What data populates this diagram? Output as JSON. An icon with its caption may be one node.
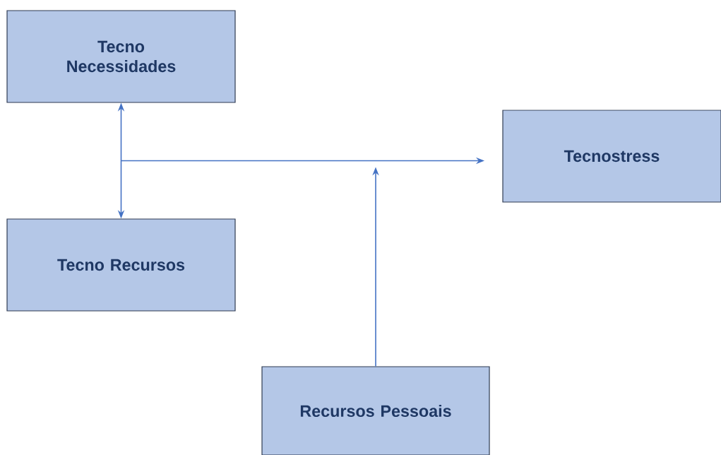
{
  "diagram": {
    "nodes": [
      {
        "text": [
          "Tecno Necessidades"
        ]
      },
      {
        "text": [
          "Tecnostress"
        ]
      },
      {
        "text": [
          "Tecno Recursos"
        ]
      },
      {
        "text": [
          "Recursos Pessoais"
        ]
      }
    ],
    "edges": [
      {
        "from": 0,
        "to": 2,
        "arrow": "both"
      },
      {
        "from": null,
        "to": 1,
        "arrow": "to"
      },
      {
        "from": 3,
        "to": null,
        "arrow": "to"
      }
    ]
  }
}
